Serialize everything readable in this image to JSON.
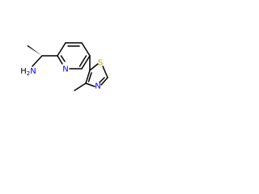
{
  "molecule": {
    "atom_labels": {
      "amine": "H2N",
      "amine_h": "H",
      "amine_sub": "2",
      "amine_n": "N",
      "pyridine_n": "N",
      "thiazole_s": "S",
      "thiazole_n": "N"
    },
    "colors": {
      "bond": "#000000",
      "nitrogen": "#0000ff",
      "sulfur": "#b8a000",
      "background": "#ffffff"
    },
    "stereo": "wedge"
  }
}
